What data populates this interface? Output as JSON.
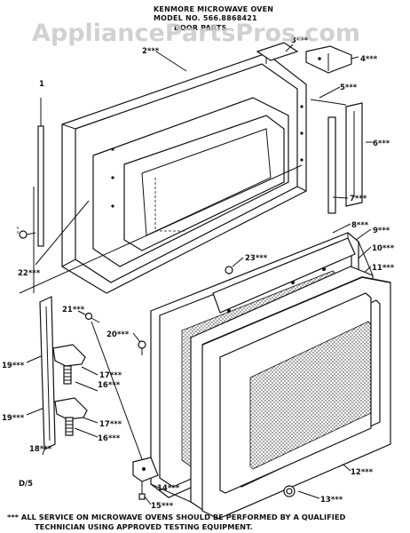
{
  "header": {
    "line1": "KENMORE MICROWAVE OVEN",
    "line2": "MODEL NO. 566.8868421",
    "line3": "DOOR PARTS"
  },
  "watermark": "AppliancePartsPros.com",
  "part_labels": {
    "p1": "1",
    "p2": "2***",
    "p3": "3***",
    "p4": "4***",
    "p5": "5***",
    "p6": "6***",
    "p7": "7***",
    "p8": "8***",
    "p9": "9***",
    "p10": "10***",
    "p11": "11***",
    "p12": "12***",
    "p13": "13***",
    "p14": "14***",
    "p15": "15***",
    "p16a": "16***",
    "p16b": "16***",
    "p17a": "17***",
    "p17b": "17***",
    "p18": "18***",
    "p19a": "19***",
    "p19b": "19***",
    "p20": "20***",
    "p21": "21***",
    "p22": "22***",
    "p23": "23***"
  },
  "drawing_code": "D/5",
  "footer": {
    "line1": "***  ALL SERVICE ON MICROWAVE OVENS SHOULD BE PERFORMED BY A QUALIFIED",
    "line2": "TECHNICIAN USING APPROVED TESTING EQUIPMENT."
  }
}
